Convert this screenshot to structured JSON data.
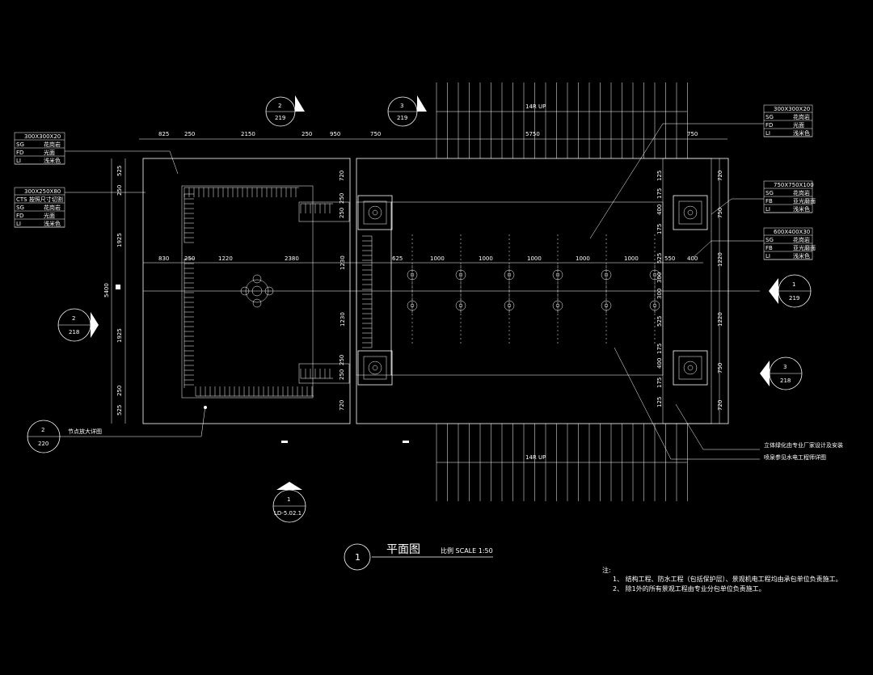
{
  "title": {
    "number": "1",
    "name": "平面图",
    "scale": "比例 SCALE 1:50"
  },
  "section_markers": [
    {
      "num": "2",
      "sheet": "219"
    },
    {
      "num": "3",
      "sheet": "219"
    },
    {
      "num": "2",
      "sheet": "218"
    },
    {
      "num": "1",
      "sheet": "219"
    },
    {
      "num": "3",
      "sheet": "218"
    },
    {
      "num": "1",
      "sheet": "LD-5.02.1"
    },
    {
      "num": "2",
      "sheet": "220"
    }
  ],
  "detail_label": "节点放大详图",
  "stair_labels": [
    "14R UP",
    "14R UP"
  ],
  "material_tags": [
    {
      "size": "300X300X20",
      "rows": [
        [
          "SG",
          "花岗岩"
        ],
        [
          "FD",
          "光面"
        ],
        [
          "LI",
          "浅米色"
        ]
      ]
    },
    {
      "size": "300X250X80",
      "rows": [
        [
          "CTS 按照尺寸切割",
          ""
        ],
        [
          "SG",
          "花岗岩"
        ],
        [
          "FD",
          "光面"
        ],
        [
          "LI",
          "浅米色"
        ]
      ]
    },
    {
      "size": "300X300X20",
      "rows": [
        [
          "SG",
          "花岗岩"
        ],
        [
          "FD",
          "光面"
        ],
        [
          "LI",
          "浅米色"
        ]
      ]
    },
    {
      "size": "750X750X100",
      "rows": [
        [
          "SG",
          "花岗岩"
        ],
        [
          "FB",
          "亚光磨面"
        ],
        [
          "LI",
          "浅米色"
        ]
      ]
    },
    {
      "size": "600X400X30",
      "rows": [
        [
          "SG",
          "花岗岩"
        ],
        [
          "FB",
          "亚光磨面"
        ],
        [
          "LI",
          "浅米色"
        ]
      ]
    }
  ],
  "dims_top": [
    "825",
    "250",
    "2150",
    "250",
    "950",
    "750",
    "5750",
    "750"
  ],
  "dims_left": [
    "525",
    "250",
    "1925",
    "1925",
    "250",
    "525"
  ],
  "dim_total": "5400",
  "dims_mid_row": [
    "830",
    "250",
    "1220",
    "2380",
    "625",
    "1000",
    "1000",
    "1000",
    "1000",
    "1000",
    "550",
    "400"
  ],
  "dims_mid_vert": [
    "1230",
    "1230"
  ],
  "dims_right": [
    "720",
    "750",
    "1220",
    "1220",
    "750",
    "720"
  ],
  "dims_inner_right": [
    "125",
    "175",
    "400",
    "175",
    "525",
    "300",
    "300",
    "525",
    "175",
    "400",
    "175",
    "125"
  ],
  "dims_inner_left": [
    "720",
    "250",
    "250",
    "250",
    "250",
    "720"
  ],
  "callouts": [
    "立体绿化由专业厂家设计及安装",
    "喷泉参见水电工程师详图"
  ],
  "notes": {
    "heading": "注:",
    "items": [
      "1、 结构工程、防水工程（包括保护层）、景观机电工程均由承包单位负责施工。",
      "2、 除1外的所有景观工程由专业分包单位负责施工。"
    ]
  }
}
